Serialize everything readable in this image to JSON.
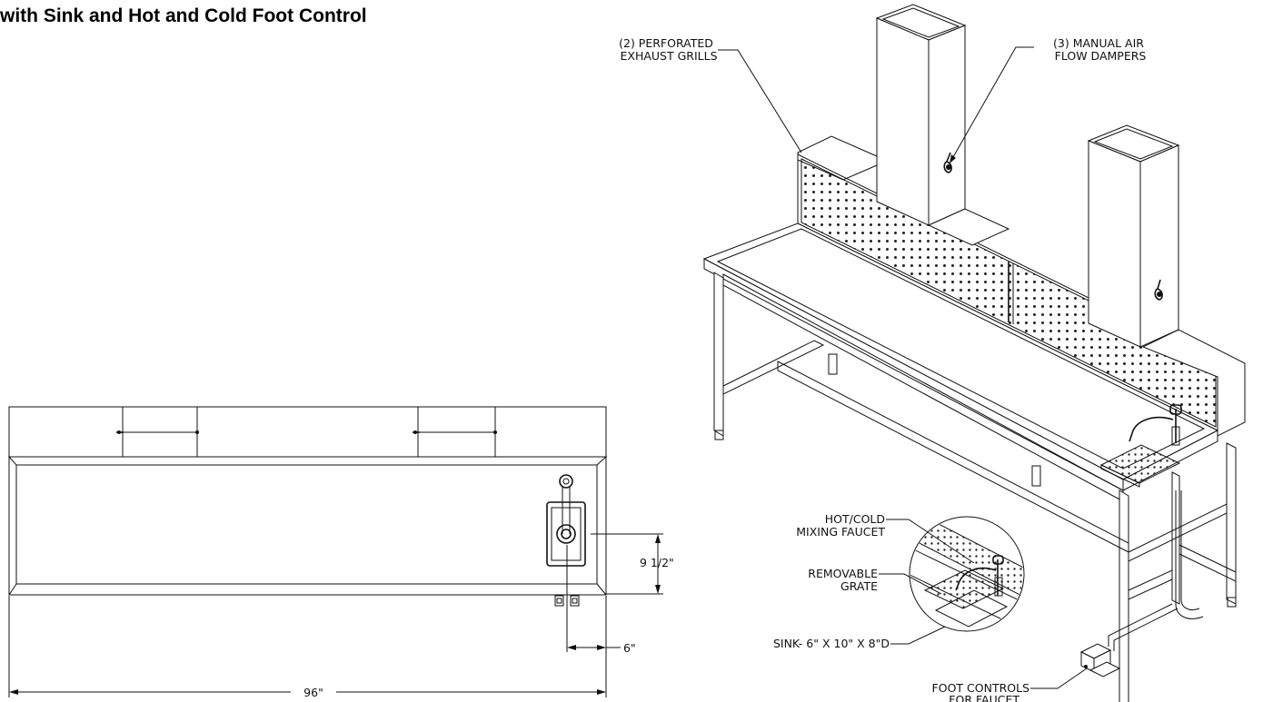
{
  "title": "with Sink and Hot and Cold Foot Control",
  "callouts": {
    "grills": [
      "(2) PERFORATED",
      "EXHAUST GRILLS"
    ],
    "dampers": [
      "(3) MANUAL AIR",
      "FLOW DAMPERS"
    ],
    "faucet": [
      "HOT/COLD",
      "MIXING FAUCET"
    ],
    "grate": [
      "REMOVABLE",
      "GRATE"
    ],
    "sink": "SINK- 6\" X 10\" X 8\"D",
    "foot": [
      "FOOT CONTROLS",
      "FOR FAUCET"
    ]
  },
  "dimensions": {
    "width": "96\"",
    "sink_depth": "9 1/2\"",
    "sink_offset": "6\""
  }
}
